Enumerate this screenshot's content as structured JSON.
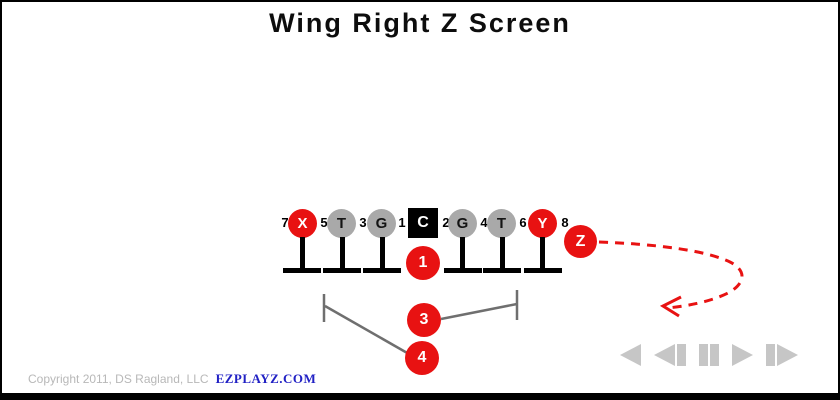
{
  "page": {
    "title": "Wing Right Z Screen"
  },
  "colors": {
    "player-red": "#e81212",
    "player-gray": "#a9a9a9",
    "marker-red": "#e81212",
    "arrow-red": "#e81212",
    "route-gray": "#6f6f6f",
    "media-gray": "#c6c6c6",
    "copyright-gray": "#b8b8b8",
    "brand-blue": "#2121c4"
  },
  "formation": {
    "line": [
      {
        "kind": "gap",
        "label": "7"
      },
      {
        "kind": "player",
        "label": "X",
        "variant": "red"
      },
      {
        "kind": "gap",
        "label": "5"
      },
      {
        "kind": "player",
        "label": "T",
        "variant": "gray"
      },
      {
        "kind": "gap",
        "label": "3"
      },
      {
        "kind": "player",
        "label": "G",
        "variant": "gray"
      },
      {
        "kind": "gap",
        "label": "1"
      },
      {
        "kind": "player",
        "label": "C",
        "variant": "center"
      },
      {
        "kind": "gap",
        "label": "2"
      },
      {
        "kind": "player",
        "label": "G",
        "variant": "gray"
      },
      {
        "kind": "gap",
        "label": "4"
      },
      {
        "kind": "player",
        "label": "T",
        "variant": "gray"
      },
      {
        "kind": "gap",
        "label": "6"
      },
      {
        "kind": "player",
        "label": "Y",
        "variant": "red"
      },
      {
        "kind": "gap",
        "label": "8"
      }
    ],
    "markers": [
      {
        "label": "1"
      },
      {
        "label": "3"
      },
      {
        "label": "4"
      },
      {
        "label": "Z"
      }
    ]
  },
  "footer": {
    "copyright": "Copyright 2011, DS Ragland, LLC",
    "brand": "EZPLAYZ.COM"
  },
  "media_controls": {
    "icons": [
      "rewind-icon",
      "step-back-icon",
      "pause-icon",
      "play-icon",
      "step-forward-icon"
    ]
  }
}
